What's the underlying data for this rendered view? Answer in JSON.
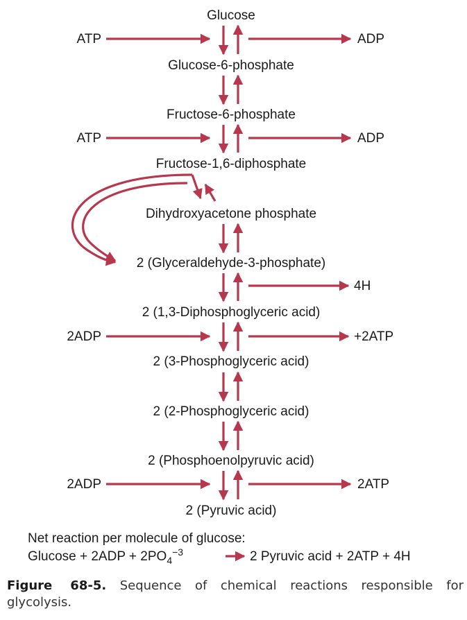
{
  "colors": {
    "arrow": "#b7374d",
    "text": "#1a1a1a"
  },
  "steps": {
    "glucose": "Glucose",
    "g6p": "Glucose-6-phosphate",
    "f6p": "Fructose-6-phosphate",
    "f16dp": "Fructose-1,6-diphosphate",
    "dhap": "Dihydroxyacetone phosphate",
    "g3p": "2 (Glyceraldehyde-3-phosphate)",
    "dpg13": "2 (1,3-Diphosphoglyceric acid)",
    "pg3": "2 (3-Phosphoglyceric acid)",
    "pg2": "2 (2-Phosphoglyceric acid)",
    "pep": "2 (Phosphoenolpyruvic acid)",
    "pyruvate": "2 (Pyruvic acid)"
  },
  "side_inputs": {
    "atp_1": "ATP",
    "atp_2": "ATP",
    "adp2_1": "2ADP",
    "adp2_2": "2ADP"
  },
  "side_outputs": {
    "adp_1": "ADP",
    "adp_2": "ADP",
    "h4": "4H",
    "plus_2atp": "+2ATP",
    "atp2": "2ATP"
  },
  "net_reaction": {
    "heading": "Net reaction per molecule of glucose:",
    "lhs_prefix": "Glucose + 2ADP + 2PO",
    "subscript": "4",
    "superscript": "−3",
    "rhs": "2 Pyruvic acid + 2ATP + 4H"
  },
  "caption": {
    "label": "Figure 68-5.",
    "text": "Sequence of chemical reactions responsible for glycolysis."
  }
}
